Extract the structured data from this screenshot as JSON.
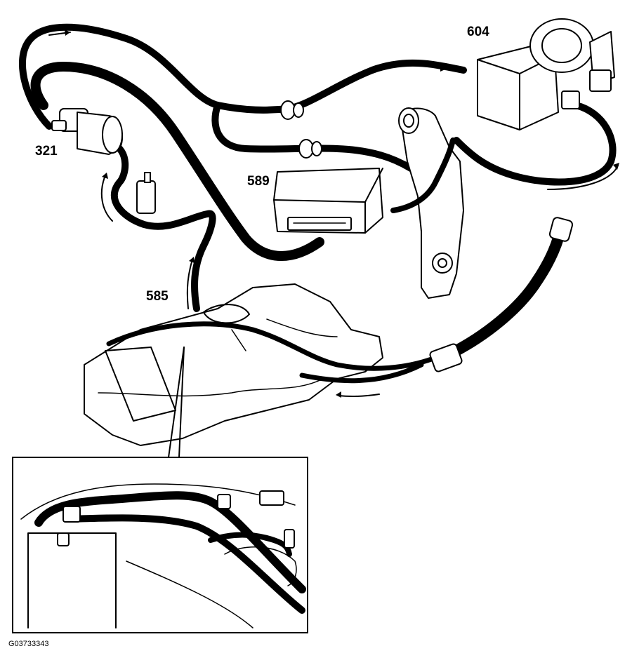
{
  "labels": {
    "canister": "321",
    "ecm": "589",
    "tank": "585",
    "throttle": "604"
  },
  "figure_code": "G03733343",
  "colors": {
    "line": "#000000",
    "highlight_hose": "#9a9a9a",
    "background": "#ffffff"
  }
}
